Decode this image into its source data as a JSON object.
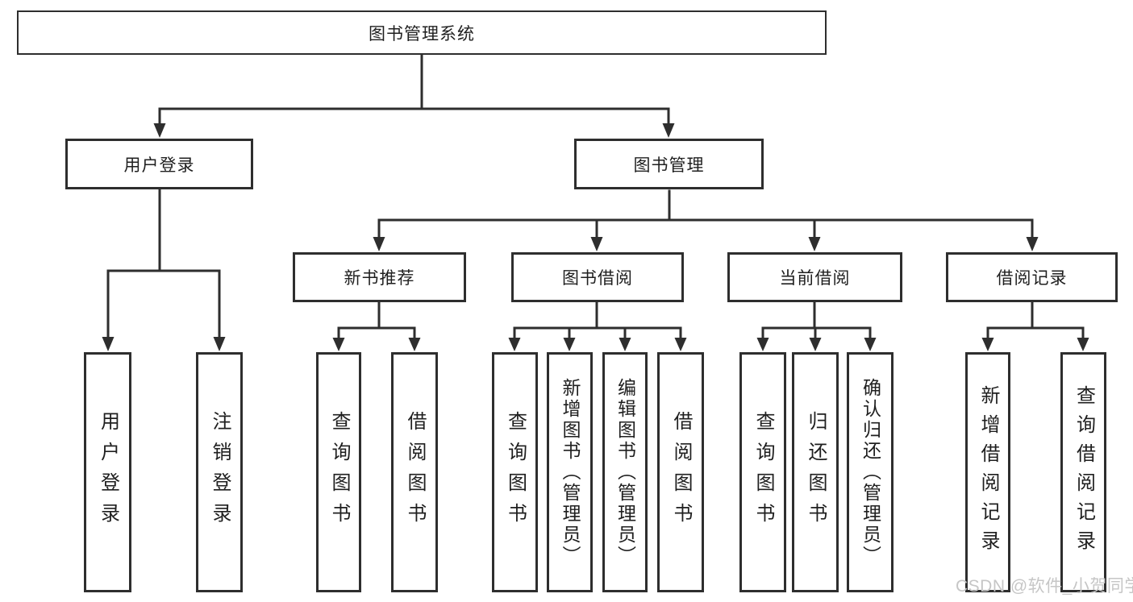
{
  "diagram": {
    "title": "图书管理系统",
    "nodes": {
      "root": "图书管理系统",
      "user_login": "用户登录",
      "book_management": "图书管理",
      "new_book_recommend": "新书推荐",
      "book_borrow": "图书借阅",
      "current_borrow": "当前借阅",
      "borrow_record": "借阅记录",
      "leaves": {
        "user_login": [
          "用户登录",
          "注销登录"
        ],
        "new_book_recommend": [
          "查询图书",
          "借阅图书"
        ],
        "book_borrow": [
          "查询图书",
          "新增图书（管理员）",
          "编辑图书（管理员）",
          "借阅图书"
        ],
        "current_borrow": [
          "查询图书",
          "归还图书",
          "确认归还（管理员）"
        ],
        "borrow_record": [
          "新增借阅记录",
          "查询借阅记录"
        ]
      }
    },
    "colors": {
      "line": "#2e2e2e",
      "text": "#1f1f1f",
      "watermark": "#c6c6c6",
      "background": "#ffffff"
    }
  },
  "watermark": "CSDN @软件_小贺同学"
}
